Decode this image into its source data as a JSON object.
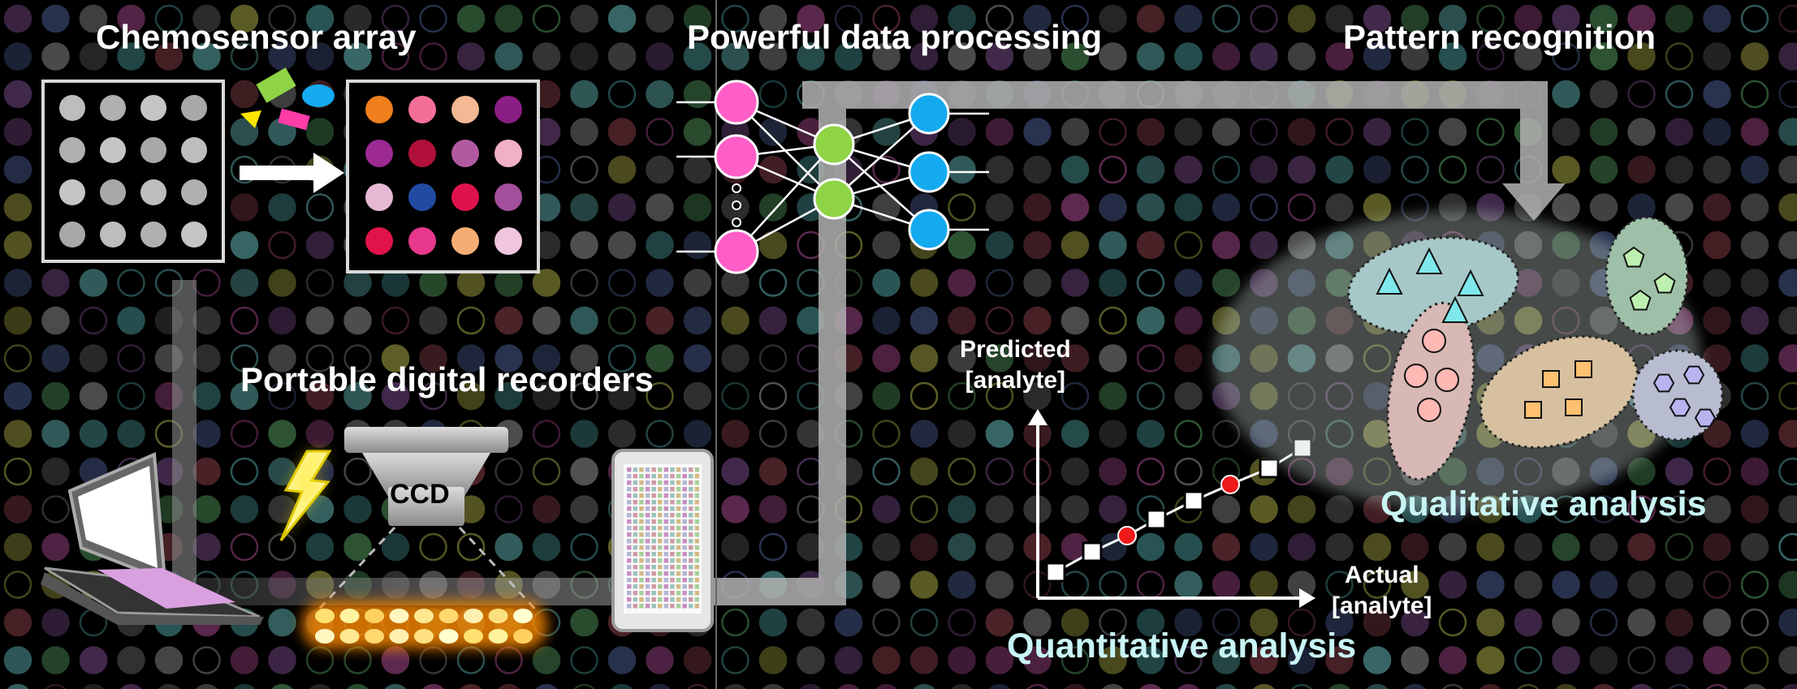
{
  "titles": {
    "chemosensor": "Chemosensor array",
    "processing": "Powerful data processing",
    "pattern": "Pattern recognition",
    "recorders": "Portable digital recorders"
  },
  "ccd_label": "CCD",
  "plot": {
    "ylabel_line1": "Predicted",
    "ylabel_line2": "[analyte]",
    "xlabel_line1": "Actual",
    "xlabel_line2": "[analyte]"
  },
  "captions": {
    "qualitative": "Qualitative analysis",
    "quantitative": "Quantitative analysis"
  },
  "colors": {
    "neuron_input": "#ff5ec8",
    "neuron_hidden": "#8ed445",
    "neuron_output": "#14aaf0",
    "caption_cyan": "#c8f4f4",
    "flow_arrow": "#a8a8a8"
  },
  "icons": [
    "laptop-icon",
    "lightning-icon",
    "ccd-camera-icon",
    "sensor-plate-icon",
    "analyte-shapes-icon"
  ]
}
